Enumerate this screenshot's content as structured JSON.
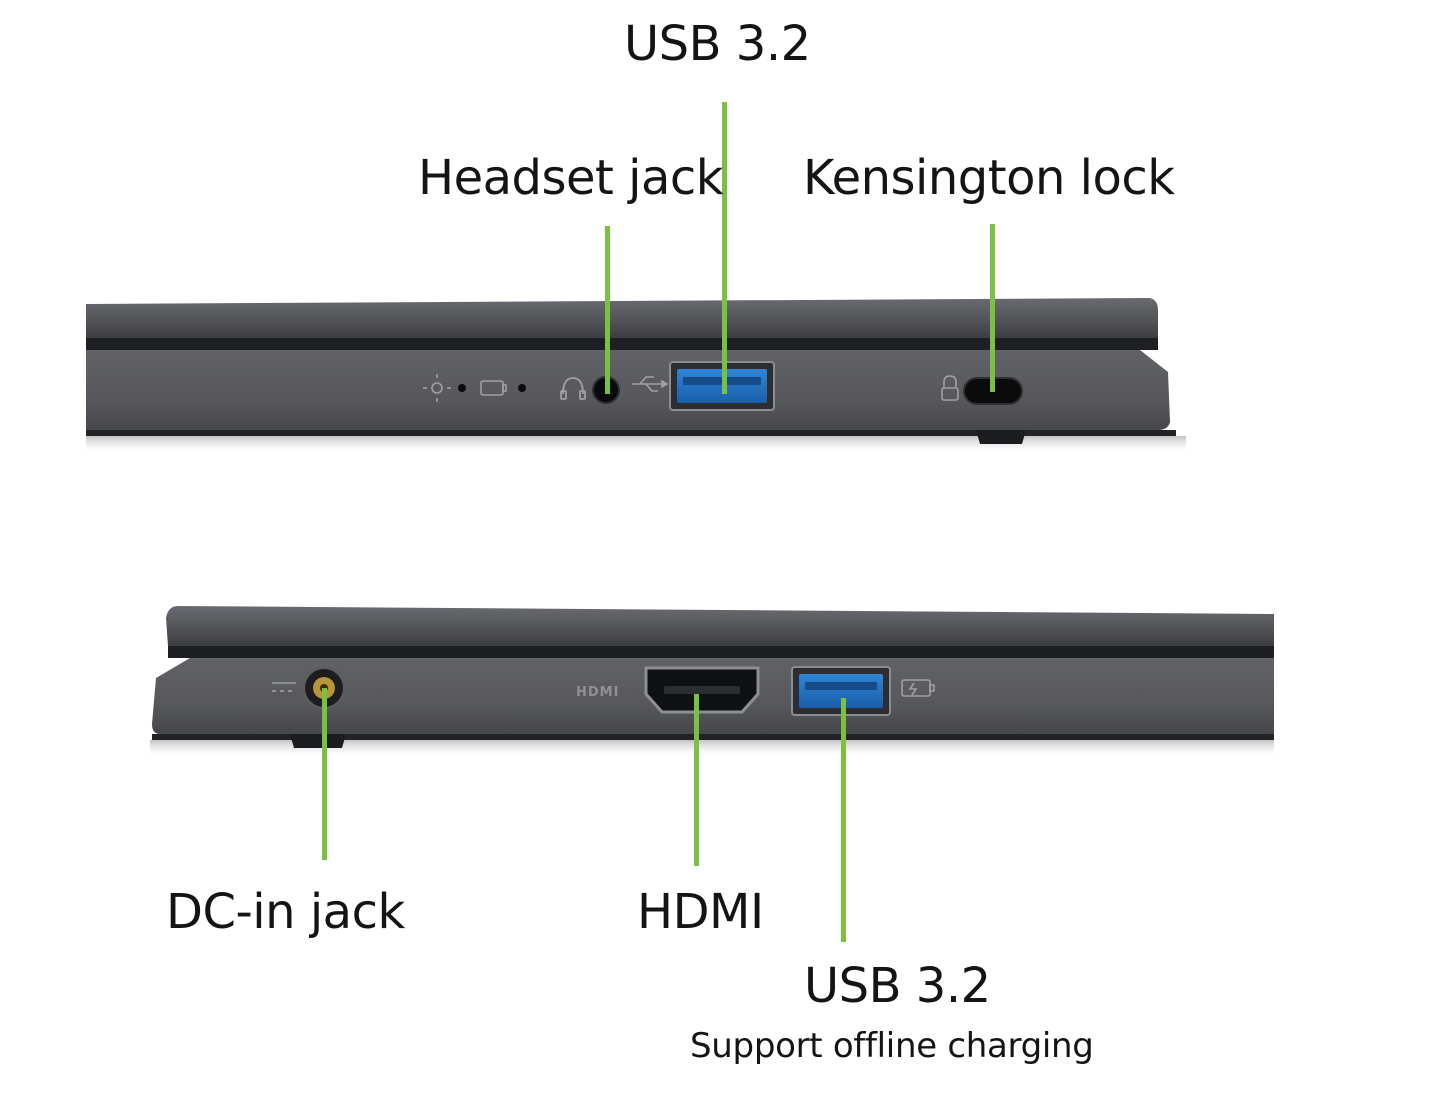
{
  "colors": {
    "leader": "#7ac143",
    "chassis": "#4a4b4f",
    "chassis_dark": "#2a2b2e",
    "usb_blue": "#1f6fc0",
    "background": "#ffffff"
  },
  "top_view": {
    "labels": {
      "usb": "USB 3.2",
      "headset": "Headset jack",
      "kensington": "Kensington lock"
    },
    "port_icons": [
      "brightness-led-icon",
      "battery-led-icon",
      "headset-icon",
      "usb-icon",
      "lock-icon"
    ]
  },
  "bottom_view": {
    "labels": {
      "dc_in": "DC-in jack",
      "hdmi": "HDMI",
      "usb": "USB 3.2",
      "usb_note": "Support offline charging"
    },
    "port_icons": [
      "dc-power-icon",
      "hdmi-logo-icon",
      "usb-charge-icon"
    ]
  }
}
